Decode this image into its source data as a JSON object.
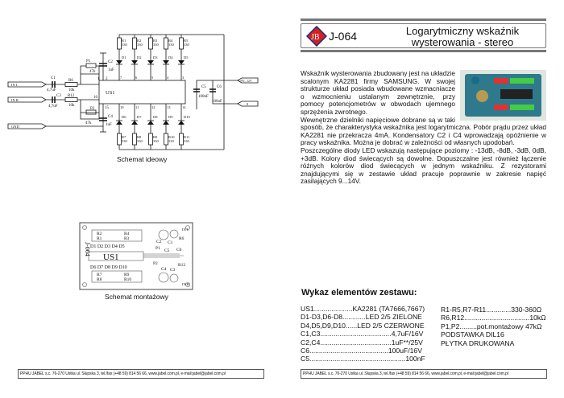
{
  "header": {
    "code": "J-064",
    "title_line1": "Logarytmiczny wskaźnik",
    "title_line2": "wysterowania - stereo",
    "logo_text": "JB"
  },
  "schematic": {
    "caption": "Schemat ideowy",
    "ic": "US1",
    "inputs": {
      "in_l": "IN L",
      "in_r": "IN R",
      "gnd": "GND"
    },
    "power": {
      "plus": "+9V...12V",
      "zero": "0"
    },
    "top": [
      {
        "r": "R1",
        "v": "330",
        "d": "D1",
        "pin": "7"
      },
      {
        "r": "R2",
        "v": "330",
        "d": "D2",
        "pin": "6"
      },
      {
        "r": "R3",
        "v": "330",
        "d": "D3",
        "pin": "5"
      },
      {
        "r": "R4",
        "v": "330",
        "d": "D4",
        "pin": "4"
      },
      {
        "r": "R5",
        "v": "330",
        "d": "D5",
        "pin": "3"
      }
    ],
    "bottom": [
      {
        "r": "R7",
        "v": "330",
        "d": "D6",
        "pin": "10"
      },
      {
        "r": "R8",
        "v": "330",
        "d": "D7",
        "pin": "11"
      },
      {
        "r": "R9",
        "v": "330",
        "d": "D8",
        "pin": "12"
      },
      {
        "r": "R10",
        "v": "330",
        "d": "D9",
        "pin": "13"
      },
      {
        "r": "R11",
        "v": "330",
        "d": "D10",
        "pin": "14"
      }
    ],
    "components": {
      "c1": "C1",
      "c1v": "4,7uF",
      "c3": "C3",
      "c3v": "4,7uF",
      "r6": "R6",
      "r6v": "10k",
      "r12": "R12",
      "r12v": "10k",
      "p1": "P1",
      "p1v": "47k",
      "p2": "P2",
      "p2v": "47k",
      "c2": "C2",
      "c2v": "1uF",
      "c4": "C4",
      "c4v": "1uF",
      "c5": "C5",
      "c5v": "100nF",
      "c6": "C6",
      "c6v": "100uF",
      "pin1": "1",
      "pin2": "2",
      "pin15": "15",
      "pin16": "16"
    }
  },
  "pcb": {
    "caption": "Schemat montażowy",
    "ic": "US1",
    "code": "J-064",
    "top_labels": [
      "R2",
      "R1",
      "R4",
      "R3"
    ],
    "diodes_top": "D1 D2 D3 D4 D5",
    "diodes_bottom": "D6 D7 D8 D9 D10",
    "bottom_labels": [
      "R7",
      "R8",
      "R9",
      "R10"
    ],
    "right_labels": [
      "C2",
      "C1",
      "R6",
      "P1",
      "C5",
      "C6",
      "P2",
      "C4",
      "C3",
      "R12",
      "IN L",
      "IN R"
    ]
  },
  "description": [
    "Wskaźnik wysterowania zbudowany jest na układzie scalonym KA2281 firmy SAMSUNG.  W swojej strukturze układ posiada wbudowane wzmacniacze o wzmocnieniu ustalanym zewnętrznie, przy pomocy potencjometrów  w obwodach ujemnego sprzężenia zwrotnego.",
    "Wewnętrzne dzielniki napięciowe dobrane są w taki sposób, że charakterystyka wskaźnika jest logarytmiczna. Pobór prądu przez układ KA2281 nie przekracza 4mA. Kondensatory C2 i  C4 wprowadzają opóźnienie w pracy wskaźnika. Można je dobrać w zależności od własnych upodobań.",
    "Poszczególne diody LED wskazują następujące poziomy : -13dB, -8dB, -3dB, 0dB, +3dB. Kolory diod świecących są dowolne. Dopuszczalne jest również łączenie różnych kolorów diod świecących w jednym wskaźniku. Z rezystorami znajdującymi się w zestawie układ pracuje poprawnie w zakresie napięć zasilających 9...14V."
  ],
  "parts": {
    "title": "Wykaz elementów zestawu:",
    "left": [
      "US1....................KA2281 (TA7666,7667)",
      "D1-D3,D6-D8............LED 2/5 ZIELONE",
      "D4,D5,D9,D10......LED 2/5 CZERWONE",
      "C1,C3.....................................4,7uF/16V",
      "C2,C4.....................................1uF**/25V",
      "C6.........................................100uF/16V",
      "C5..................................................100nF"
    ],
    "right": [
      "R1-R5,R7-R11.............330-360Ω",
      "R6,R12..................................10kΩ",
      "P1,P2.........pot.montażowy 47kΩ",
      "PODSTAWKA DIL16",
      "PŁYTKA DRUKOWANA"
    ]
  },
  "footer": {
    "left": "PPHU JABEL s.c. 76-270 Ustka ul. Słupska 3, tel./fax (+48 59) 814 56 66, www.jabel.com.pl, e-mail:jabel@jabel.com.pl",
    "right": "PPHU JABEL s.c. 76-270 Ustka ul. Słupska 3, tel./fax (+48 59) 814 56 66, www.jabel.com.pl, e-mail:jabel@jabel.com.pl"
  },
  "colors": {
    "logo_red": "#d42020",
    "logo_blue": "#1a2a7a",
    "rule": "#777777"
  }
}
